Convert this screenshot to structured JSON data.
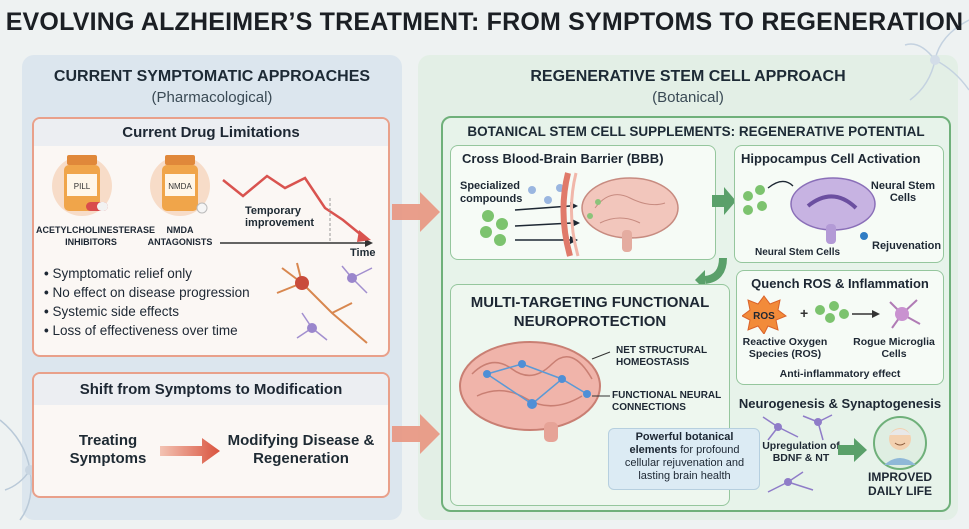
{
  "title": "EVOLVING ALZHEIMER’S TREATMENT: FROM SYMPTOMS TO REGENERATION",
  "left": {
    "heading": "CURRENT SYMPTOMATIC APPROACHES",
    "subheading": "(Pharmacological)",
    "drug_card": {
      "title": "Current Drug Limitations",
      "bottle1_label": "PILL",
      "bottle1_caption": "ACETYLCHOLINESTERASE INHIBITORS",
      "bottle2_label": "NMDA",
      "bottle2_caption": "NMDA ANTAGONISTS",
      "graph_label": "Temporary improvement",
      "graph_axis": "Time",
      "bullets": [
        "Symptomatic relief only",
        "No effect on disease progression",
        "Systemic side effects",
        "Loss of effectiveness over time"
      ]
    },
    "shift_card": {
      "title": "Shift from Symptoms to Modification",
      "from": "Treating Symptoms",
      "to": "Modifying Disease & Regeneration"
    }
  },
  "right": {
    "heading": "REGENERATIVE STEM CELL APPROACH",
    "subheading": "(Botanical)",
    "box_title": "BOTANICAL STEM CELL SUPPLEMENTS: REGENERATIVE POTENTIAL",
    "bbb": {
      "title": "Cross Blood-Brain Barrier (BBB)",
      "label": "Specialized compounds"
    },
    "hippo": {
      "title": "Hippocampus Cell Activation",
      "neural_stem_cells": "Neural Stem Cells",
      "neural_stem_cells_short": "Neural Stem Cells",
      "rejuvenation": "Rejuvenation"
    },
    "multi": {
      "title": "MULTI-TARGETING FUNCTIONAL NEUROPROTECTION",
      "label1": "NET STRUCTURAL HOMEOSTASIS",
      "label2": "FUNCTIONAL NEURAL CONNECTIONS",
      "callout_bold": "Powerful botanical elements",
      "callout_rest": "for profound cellular rejuvenation and lasting brain health"
    },
    "ros": {
      "title": "Quench ROS & Inflammation",
      "ros_badge": "ROS",
      "ros_label": "Reactive Oxygen Species (ROS)",
      "microglia_label": "Rogue Microglia Cells",
      "effect": "Anti-inflammatory effect"
    },
    "neuro": {
      "title": "Neurogenesis & Synaptogenesis",
      "upregulation": "Upregulation of BDNF & NT",
      "outcome": "IMPROVED DAILY LIFE"
    }
  },
  "colors": {
    "red_border": "#e9a08a",
    "green_border": "#6fb07a",
    "left_bg": "#dce6ee",
    "right_bg": "#e3efe6",
    "arrow_red": "#e58a74",
    "arrow_green": "#5aa06a"
  }
}
